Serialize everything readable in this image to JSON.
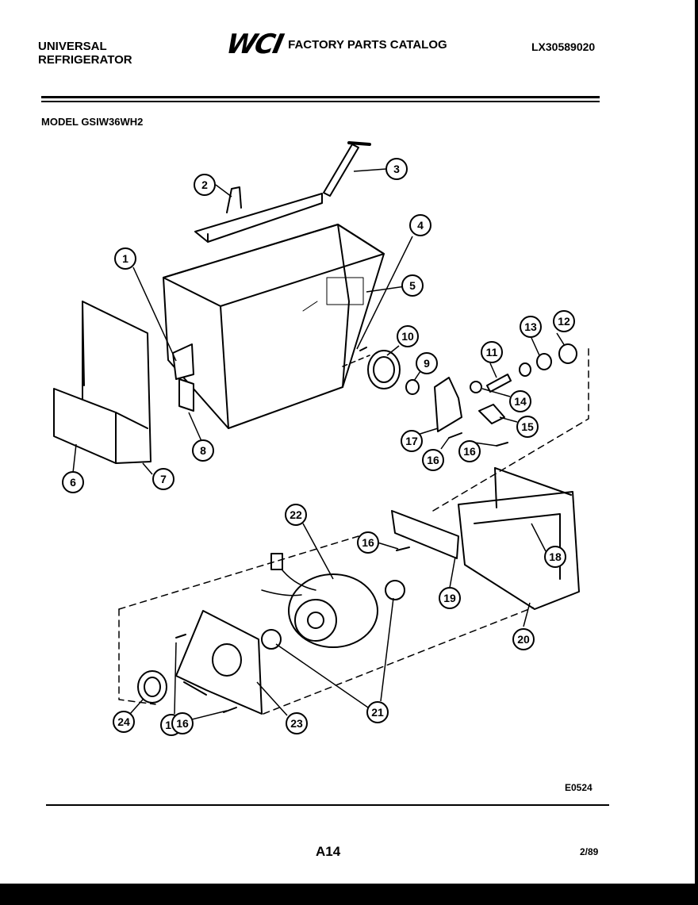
{
  "header": {
    "brand_line1": "UNIVERSAL",
    "brand_line2": "REFRIGERATOR",
    "logo": "WCI",
    "catalog_title": "FACTORY PARTS CATALOG",
    "catalog_number": "LX30589020"
  },
  "model": "MODEL GSIW36WH2",
  "callouts": [
    "1",
    "2",
    "3",
    "4",
    "5",
    "6",
    "7",
    "8",
    "9",
    "10",
    "11",
    "12",
    "13",
    "14",
    "15",
    "16",
    "16",
    "16",
    "16",
    "16",
    "17",
    "18",
    "19",
    "20",
    "21",
    "22",
    "23",
    "24"
  ],
  "footer": {
    "drawing_code": "E0524",
    "page_number": "A14",
    "date": "2/89"
  }
}
